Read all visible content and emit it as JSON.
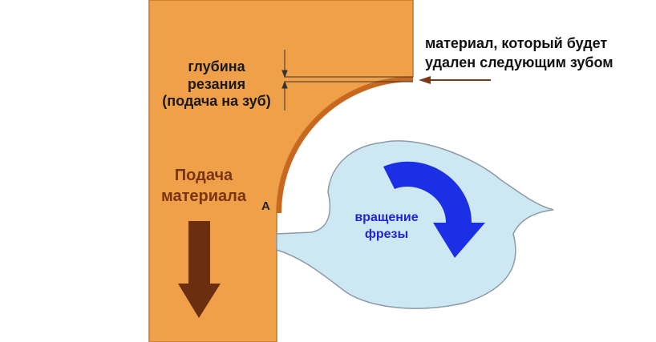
{
  "labels": {
    "cut_depth": [
      "глубина",
      "резания",
      "(подача на зуб)"
    ],
    "material_removed": [
      "материал, который будет",
      "удален следующим зубом"
    ],
    "material_feed": [
      "Подача",
      "материала"
    ],
    "point": "A",
    "cutter_rotation": [
      "вращение",
      "фрезы"
    ]
  },
  "colors": {
    "workpiece": "#F0A048",
    "workpiece_edge": "#C8752A",
    "chip_layer": "#C86820",
    "cutter_fill": "#CDE7F3",
    "cutter_edge": "#8C9BA6",
    "rotation_arrow": "#1A2FE6",
    "feed_arrow": "#6B2E0E",
    "feed_text": "#7A3510",
    "rotation_text": "#2323D8",
    "callout_arrow": "#7A3A1A"
  },
  "icons": {
    "feed_arrow": "arrow-down-icon",
    "rotation_arrow": "curved-arrow-clockwise-icon",
    "callout_arrow": "arrow-left-icon"
  }
}
